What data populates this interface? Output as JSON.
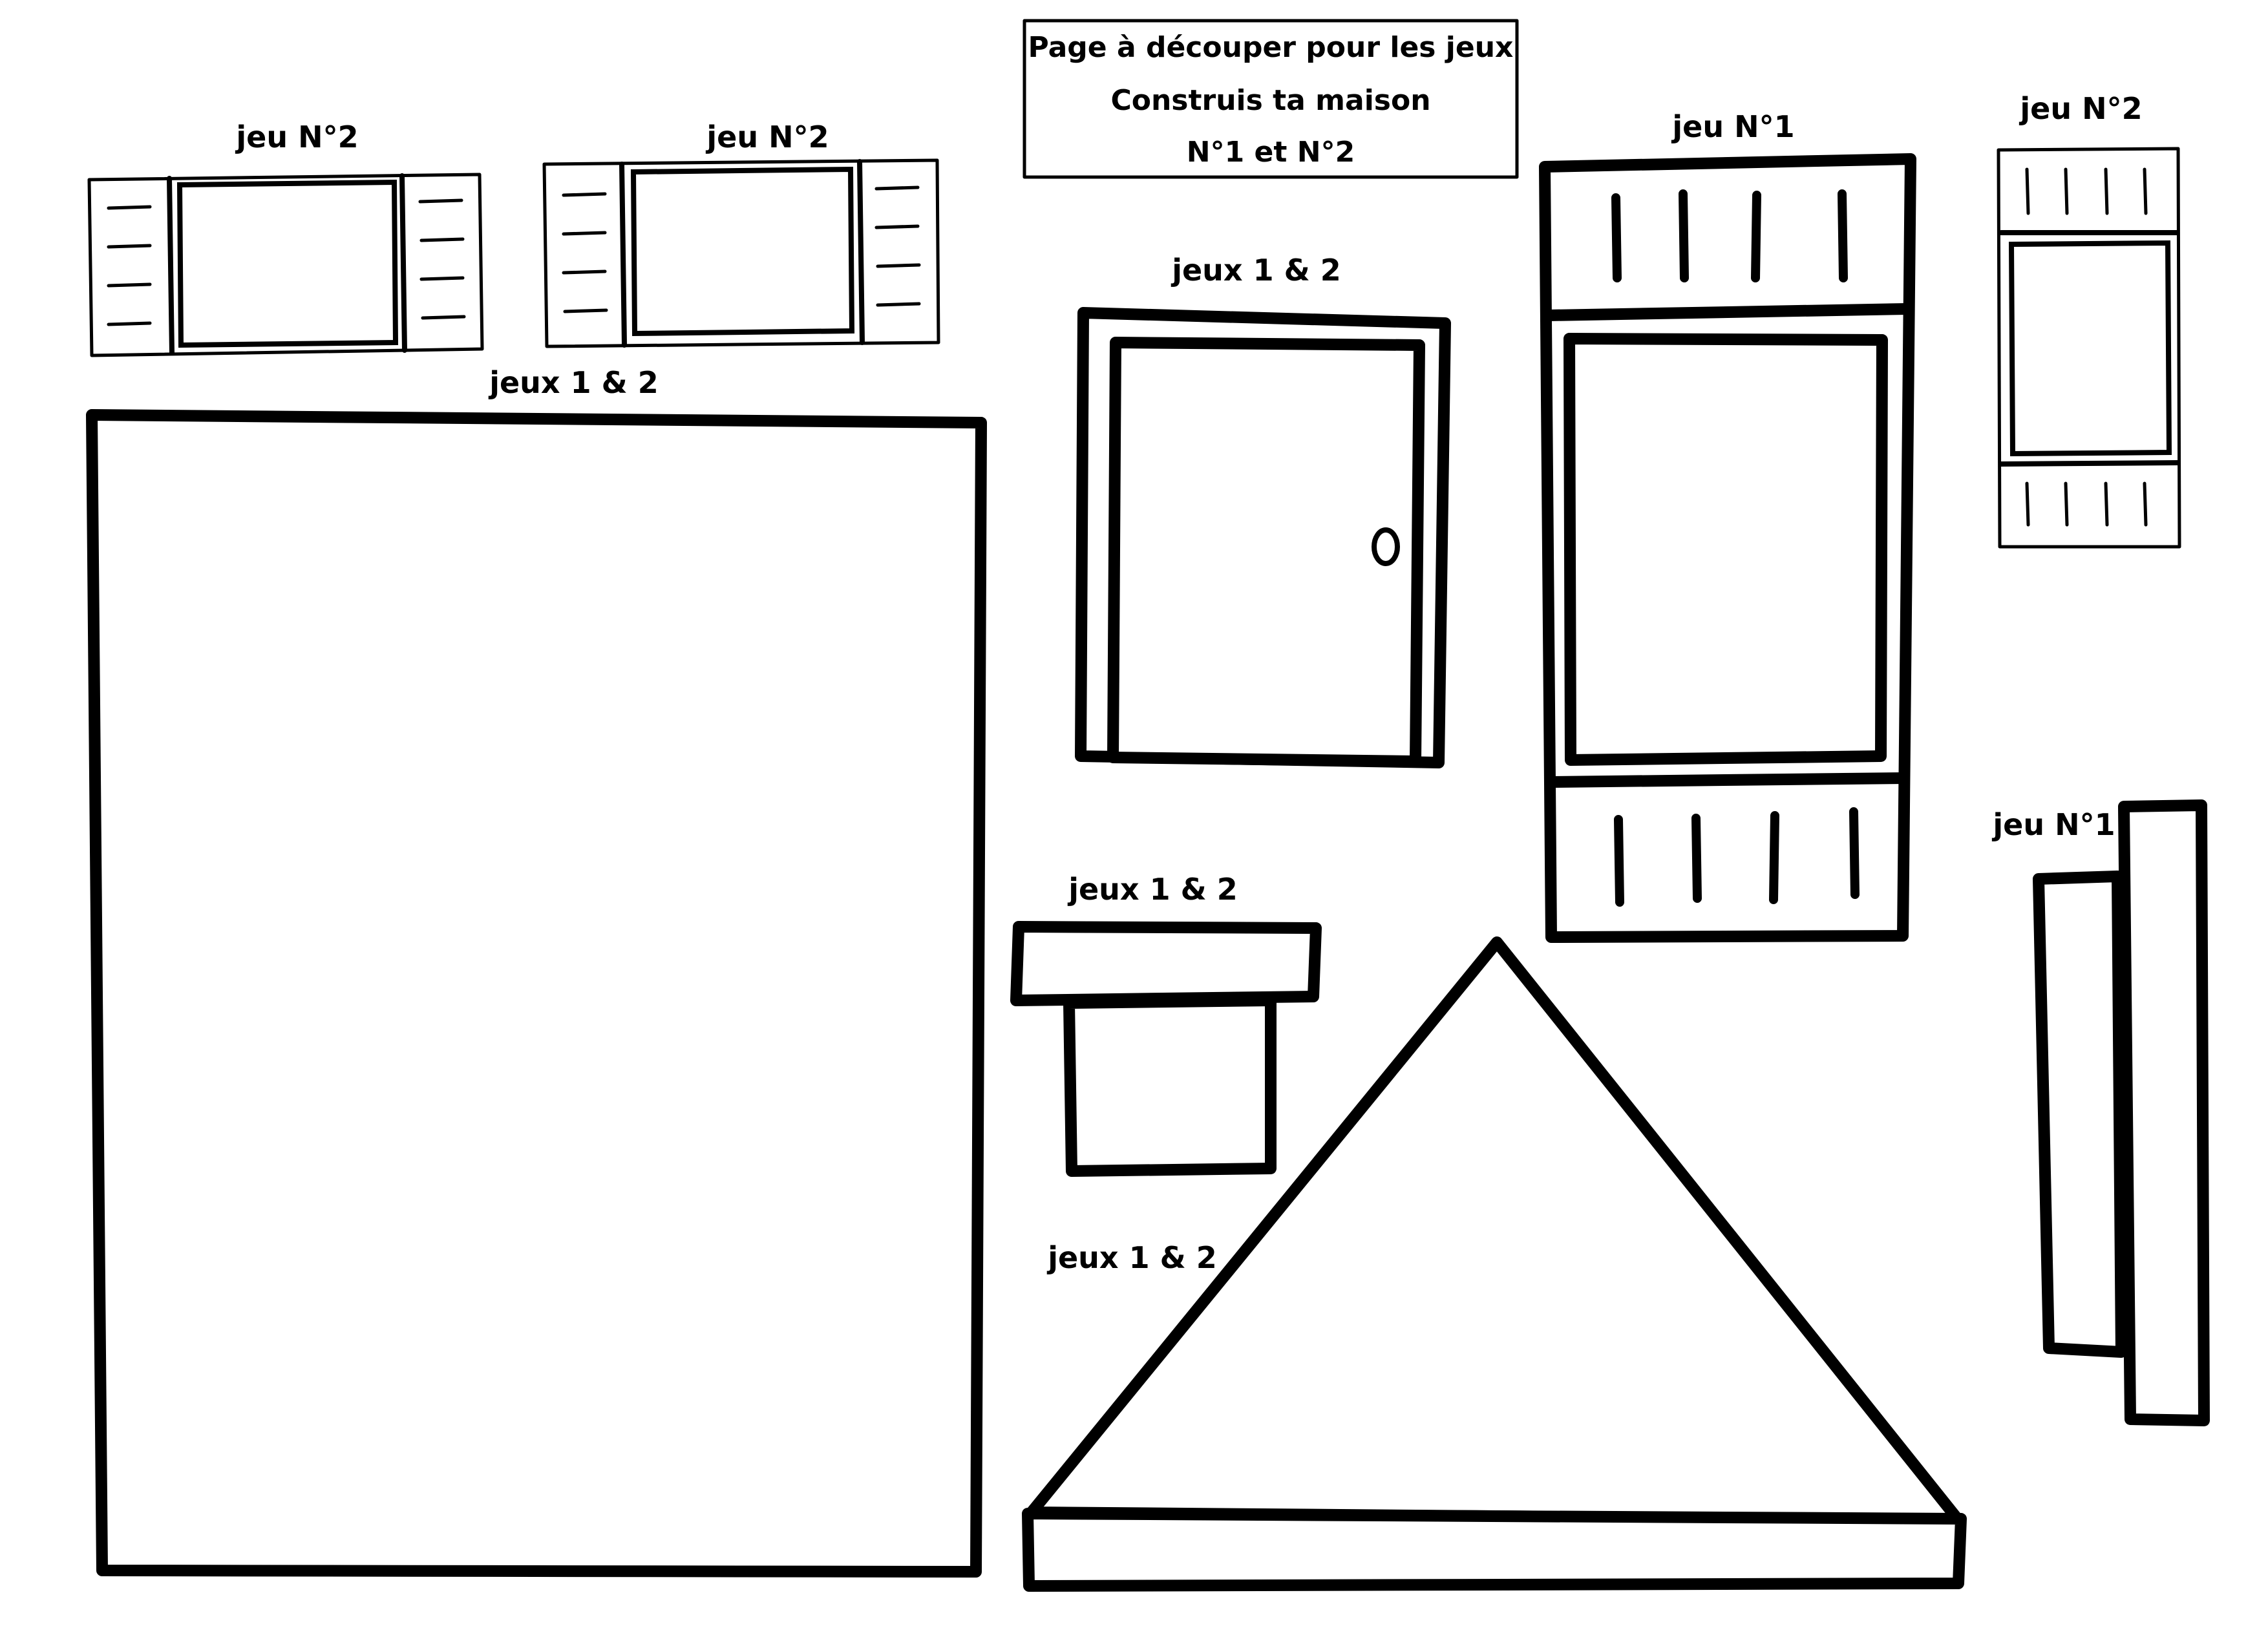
{
  "title_box": {
    "line1": "Page à découper pour les jeux",
    "line2": "Construis ta maison",
    "line3": "N°1 et N°2"
  },
  "labels": {
    "window_left": "jeu N°2",
    "window_middle": "jeu N°2",
    "wall": "jeux 1 & 2",
    "door": "jeux 1 & 2",
    "chimney": "jeux 1 & 2",
    "roof": "jeux 1 & 2",
    "tall_window": "jeu N°1",
    "small_tall_window": "jeu N°2",
    "posts": "jeu N°1"
  }
}
